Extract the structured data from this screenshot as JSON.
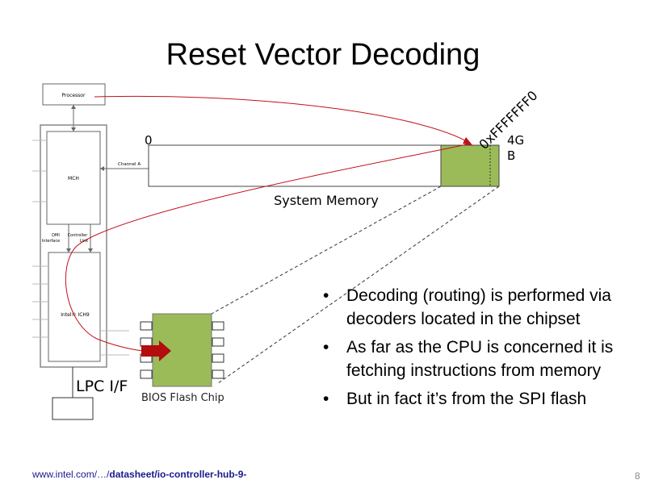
{
  "slide": {
    "title": "Reset Vector Decoding",
    "page_number": "8",
    "footer_url_prefix": "www.intel.com/…/",
    "footer_url_bold": "datasheet/io-controller-hub-9-"
  },
  "diagram": {
    "processor_label": "Processor",
    "mch_label": "MCH",
    "channel_a_label": "Channel A",
    "dmi_label_1": "DMI",
    "dmi_label_2": "Interface",
    "controller_link_label_1": "Controller",
    "controller_link_label_2": "Link",
    "ich_label": "Intel® ICH9",
    "lpc_label": "LPC I/F",
    "bios_flash_label": "BIOS Flash Chip",
    "memory_start_label": "0",
    "memory_end_label_1": "4G",
    "memory_end_label_2": "B",
    "reset_vector_address": "0xFFFFFFF0",
    "system_memory_label": "System Memory",
    "colors": {
      "bios_region": "#9bbb59",
      "arrow_line": "#c0121b",
      "arrow_head": "#b30d0d"
    }
  },
  "bullets": [
    "Decoding (routing) is performed via decoders located in the chipset",
    "As far as the CPU is concerned it is fetching instructions from memory",
    "But in fact it’s from the SPI flash"
  ],
  "bullet_symbol": "•"
}
